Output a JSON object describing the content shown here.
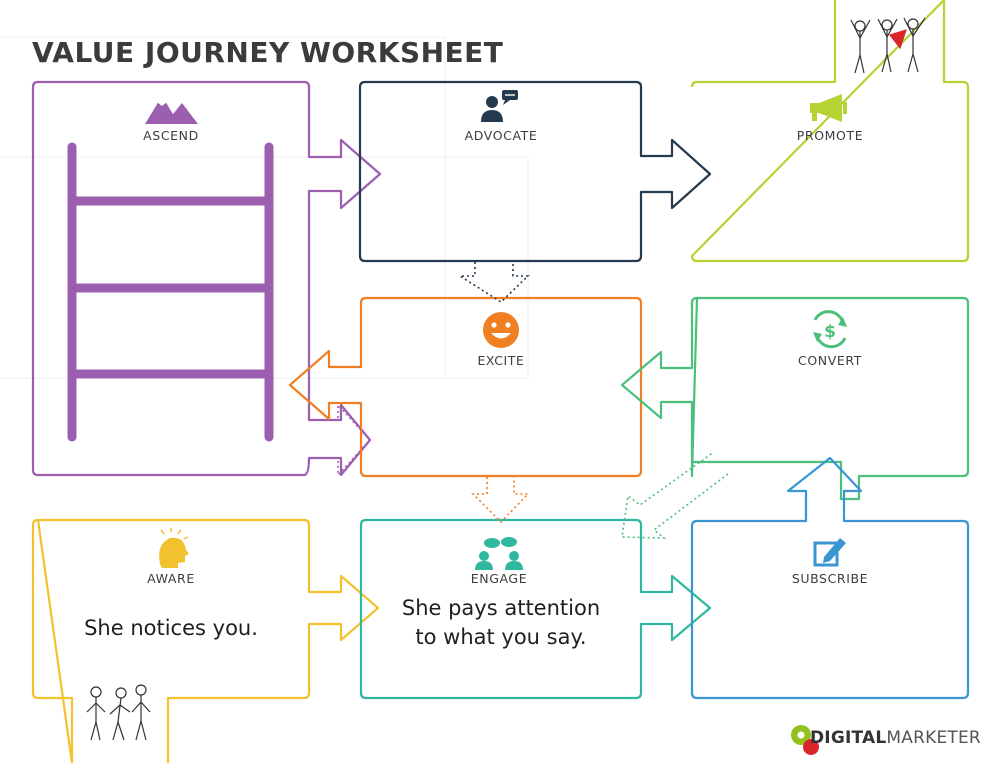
{
  "title": "VALUE JOURNEY WORKSHEET",
  "stages": {
    "ascend": "ASCEND",
    "advocate": "ADVOCATE",
    "promote": "PROMOTE",
    "excite": "EXCITE",
    "convert": "CONVERT",
    "aware": "AWARE",
    "engage": "ENGAGE",
    "subscribe": "SUBSCRIBE"
  },
  "notes": {
    "aware": "She notices you.",
    "engage_line1": "She pays attention",
    "engage_line2": "to what you say."
  },
  "brand": {
    "part1": "DIGITAL",
    "part2": "MARKETER"
  },
  "colors": {
    "ascend": "#9c5fb0",
    "advocate": "#243a4f",
    "promote": "#b6d334",
    "excite": "#ef7f22",
    "convert": "#4cc07b",
    "aware": "#f2c12e",
    "engage": "#30b79f",
    "subscribe": "#3a95d3"
  },
  "icons": {
    "ascend": "mountains-icon",
    "advocate": "person-speech-bubble-icon",
    "promote": "megaphone-icon",
    "excite": "smiley-face-icon",
    "convert": "dollar-cycle-icon",
    "aware": "lightbulb-head-icon",
    "engage": "people-conversation-icon",
    "subscribe": "edit-form-icon"
  }
}
